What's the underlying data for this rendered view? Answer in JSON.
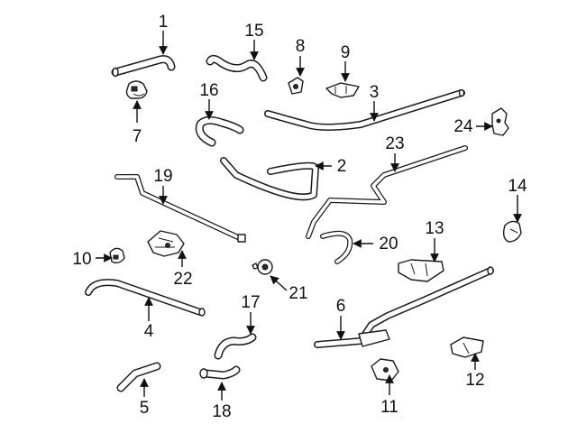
{
  "diagram": {
    "callouts": [
      {
        "id": "1",
        "text": "1"
      },
      {
        "id": "2",
        "text": "2"
      },
      {
        "id": "3",
        "text": "3"
      },
      {
        "id": "4",
        "text": "4"
      },
      {
        "id": "5",
        "text": "5"
      },
      {
        "id": "6",
        "text": "6"
      },
      {
        "id": "7",
        "text": "7"
      },
      {
        "id": "8",
        "text": "8"
      },
      {
        "id": "9",
        "text": "9"
      },
      {
        "id": "10",
        "text": "10"
      },
      {
        "id": "11",
        "text": "11"
      },
      {
        "id": "12",
        "text": "12"
      },
      {
        "id": "13",
        "text": "13"
      },
      {
        "id": "14",
        "text": "14"
      },
      {
        "id": "15",
        "text": "15"
      },
      {
        "id": "16",
        "text": "16"
      },
      {
        "id": "17",
        "text": "17"
      },
      {
        "id": "18",
        "text": "18"
      },
      {
        "id": "19",
        "text": "19"
      },
      {
        "id": "20",
        "text": "20"
      },
      {
        "id": "21",
        "text": "21"
      },
      {
        "id": "22",
        "text": "22"
      },
      {
        "id": "23",
        "text": "23"
      },
      {
        "id": "24",
        "text": "24"
      }
    ],
    "colors": {
      "line": "#1a1a1a",
      "background": "#ffffff"
    }
  }
}
